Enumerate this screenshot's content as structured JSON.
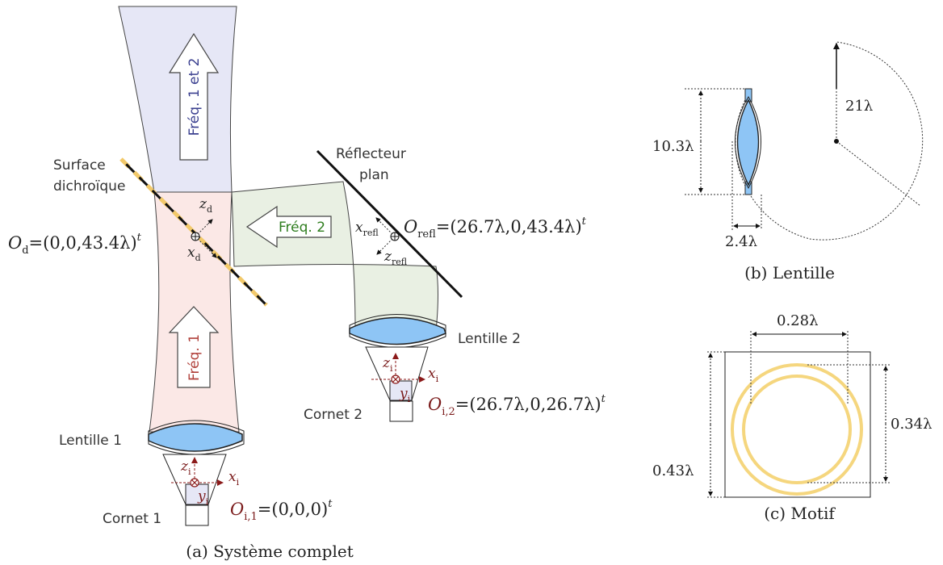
{
  "labels": {
    "freq12": "Fréq. 1 et 2",
    "freq1": "Fréq. 1",
    "freq2": "Fréq. 2",
    "surface_line1": "Surface",
    "surface_line2": "dichroïque",
    "reflector_line1": "Réflecteur",
    "reflector_line2": "plan",
    "lentille1": "Lentille 1",
    "lentille2": "Lentille 2",
    "cornet1": "Cornet 1",
    "cornet2": "Cornet 2"
  },
  "axes": {
    "z": "z",
    "x": "x",
    "y": "y",
    "sub_d": "d",
    "sub_refl": "refl",
    "sub_i": "i"
  },
  "origins": {
    "od_symbol": "O",
    "od_sub": "d",
    "od_value": "=(0,0,43.4λ)",
    "orefl_symbol": "O",
    "orefl_sub": "refl",
    "orefl_value": "=(26.7λ,0,43.4λ)",
    "oi2_symbol": "O",
    "oi2_sub": "i,2",
    "oi2_value": "=(26.7λ,0,26.7λ)",
    "oi1_symbol": "O",
    "oi1_sub": "i,1",
    "oi1_value": "=(0,0,0)",
    "transpose": "t"
  },
  "dimensions": {
    "lens_height": "10.3λ",
    "lens_width": "2.4λ",
    "lens_radius": "21λ",
    "motif_inner": "0.28λ",
    "motif_cell": "0.43λ",
    "motif_ring": "0.34λ"
  },
  "captions": {
    "a": "(a) Système complet",
    "b": "(b) Lentille",
    "c": "(c) Motif"
  },
  "colors": {
    "beam12": "#e6e7f6",
    "beam1": "#fbe8e6",
    "beam2": "#e9f0e3",
    "text12": "#3a3f8f",
    "text1": "#b0403a",
    "text2": "#2e7d1e",
    "lens": "#8ec5f5",
    "dichroic": "#f2c96a",
    "ring": "#f5d67e",
    "origin_dark": "#7a1a1a"
  }
}
